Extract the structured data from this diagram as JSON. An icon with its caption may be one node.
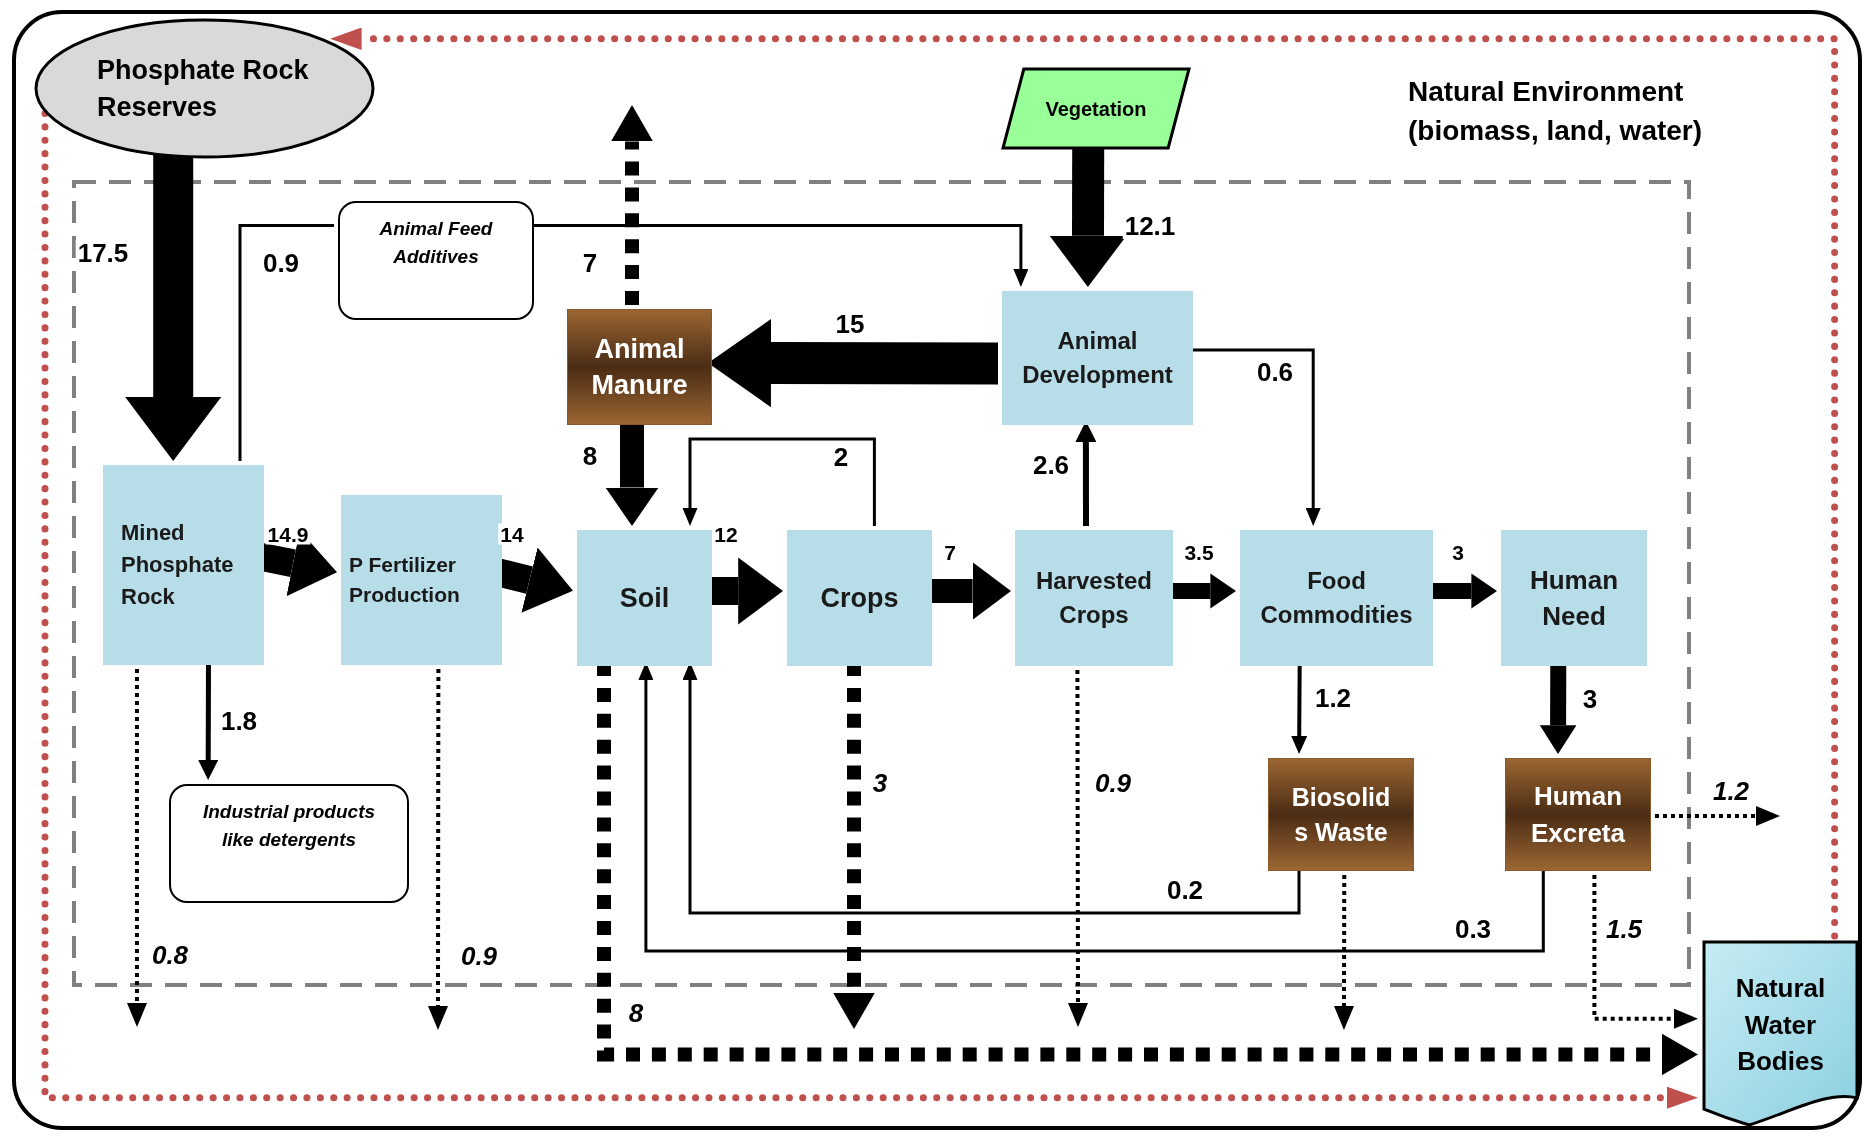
{
  "diagram": {
    "nodes": [
      {
        "text": [
          "Natural Environment (biomass, land, water)"
        ]
      },
      {
        "text": [
          "Phosphate Rock Reserves"
        ],
        "in": 0
      },
      {
        "text": [
          "Vegetation"
        ],
        "in": 0
      },
      {
        "text": [
          "Animal Feed Additives"
        ],
        "in": 0
      },
      {
        "text": [
          "Animal Manure"
        ],
        "in": 0
      },
      {
        "text": [
          "Animal Development"
        ],
        "in": 0
      },
      {
        "text": [
          "Mined Phosphate Rock"
        ],
        "in": 0
      },
      {
        "text": [
          "P Fertilizer Production"
        ],
        "in": 0
      },
      {
        "text": [
          "Soil"
        ],
        "in": 0
      },
      {
        "text": [
          "Crops"
        ],
        "in": 0
      },
      {
        "text": [
          "Harvested Crops"
        ],
        "in": 0
      },
      {
        "text": [
          "Food Commodities"
        ],
        "in": 0
      },
      {
        "text": [
          "Human Need"
        ],
        "in": 0
      },
      {
        "text": [
          "Industrial products like detergents"
        ],
        "in": 0
      },
      {
        "text": [
          "Biosolid s Waste"
        ],
        "in": 0
      },
      {
        "text": [
          "Human Excreta"
        ],
        "in": 0
      },
      {
        "text": [
          "Natural Water Bodies"
        ],
        "in": 0
      }
    ],
    "edges": [
      {
        "from": 1,
        "to": 6,
        "arrow": "to",
        "label": "17.5",
        "style": "thick"
      },
      {
        "from": 6,
        "to": 3,
        "arrow": "none",
        "label": "0.9"
      },
      {
        "from": 3,
        "to": 5,
        "arrow": "to"
      },
      {
        "from": 2,
        "to": 5,
        "arrow": "to",
        "label": "12.1",
        "style": "thick"
      },
      {
        "from": 5,
        "to": 4,
        "arrow": "to",
        "label": "15",
        "style": "thick"
      },
      {
        "from": 4,
        "to": null,
        "arrow": "to",
        "label": "7",
        "style": "dashed"
      },
      {
        "from": 4,
        "to": 8,
        "arrow": "to",
        "label": "8",
        "style": "thick"
      },
      {
        "from": 5,
        "to": 11,
        "arrow": "to",
        "label": "0.6"
      },
      {
        "from": 9,
        "to": 8,
        "arrow": "to",
        "label": "2"
      },
      {
        "from": 10,
        "to": 5,
        "arrow": "to",
        "label": "2.6"
      },
      {
        "from": 6,
        "to": 7,
        "arrow": "to",
        "label": "14.9",
        "style": "thick"
      },
      {
        "from": 7,
        "to": 8,
        "arrow": "to",
        "label": "14",
        "style": "thick"
      },
      {
        "from": 8,
        "to": 9,
        "arrow": "to",
        "label": "12",
        "style": "thick"
      },
      {
        "from": 9,
        "to": 10,
        "arrow": "to",
        "label": "7",
        "style": "thick"
      },
      {
        "from": 10,
        "to": 11,
        "arrow": "to",
        "label": "3.5",
        "style": "thick"
      },
      {
        "from": 11,
        "to": 12,
        "arrow": "to",
        "label": "3",
        "style": "thick"
      },
      {
        "from": 6,
        "to": 13,
        "arrow": "to",
        "label": "1.8"
      },
      {
        "from": 6,
        "to": null,
        "arrow": "to",
        "label": "0.8",
        "style": "dashed"
      },
      {
        "from": 7,
        "to": null,
        "arrow": "to",
        "label": "0.9",
        "style": "dashed"
      },
      {
        "from": 8,
        "to": 16,
        "arrow": "to",
        "label": "8",
        "style": "dashed"
      },
      {
        "from": 9,
        "to": null,
        "arrow": "to",
        "label": "3",
        "style": "dashed"
      },
      {
        "from": 10,
        "to": null,
        "arrow": "to",
        "label": "0.9",
        "style": "dashed"
      },
      {
        "from": 11,
        "to": 14,
        "arrow": "to",
        "label": "1.2"
      },
      {
        "from": 12,
        "to": 15,
        "arrow": "to",
        "label": "3",
        "style": "thick"
      },
      {
        "from": 14,
        "to": 8,
        "arrow": "to",
        "label": "0.2"
      },
      {
        "from": 15,
        "to": 8,
        "arrow": "to",
        "label": "0.3"
      },
      {
        "from": 14,
        "to": null,
        "arrow": "to",
        "style": "dashed"
      },
      {
        "from": 15,
        "to": null,
        "arrow": "to",
        "label": "1.2",
        "style": "dashed"
      },
      {
        "from": 15,
        "to": 16,
        "arrow": "to",
        "label": "1.5",
        "style": "dashed"
      },
      {
        "from": 1,
        "to": 16,
        "arrow": "to",
        "style": "dashed",
        "color": "#c0504d"
      },
      {
        "from": 16,
        "to": 1,
        "arrow": "to",
        "style": "dashed",
        "color": "#c0504d"
      }
    ]
  }
}
